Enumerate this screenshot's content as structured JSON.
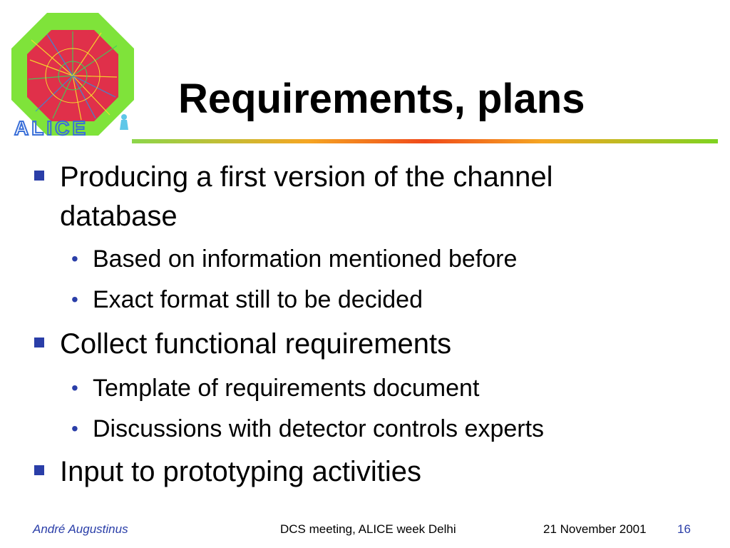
{
  "logo": {
    "text": "ALICE"
  },
  "slide": {
    "title": "Requirements, plans",
    "bullets": [
      {
        "text": "Producing a first version of the channel database",
        "line1": "Producing a first version of the channel",
        "line2": "database",
        "subs": [
          "Based on information mentioned before",
          "Exact format still to be decided"
        ]
      },
      {
        "text": "Collect functional requirements",
        "subs": [
          "Template of requirements document",
          "Discussions with detector controls experts"
        ]
      },
      {
        "text": "Input to prototyping activities",
        "subs": []
      }
    ]
  },
  "footer": {
    "author": "André Augustinus",
    "event": "DCS meeting, ALICE week Delhi",
    "date": "21 November 2001",
    "page": "16"
  },
  "colors": {
    "bullet": "#2a3ea8",
    "logo_green": "#7fe33a",
    "logo_red": "#e0304a",
    "logo_text": "#3a6fd8"
  }
}
